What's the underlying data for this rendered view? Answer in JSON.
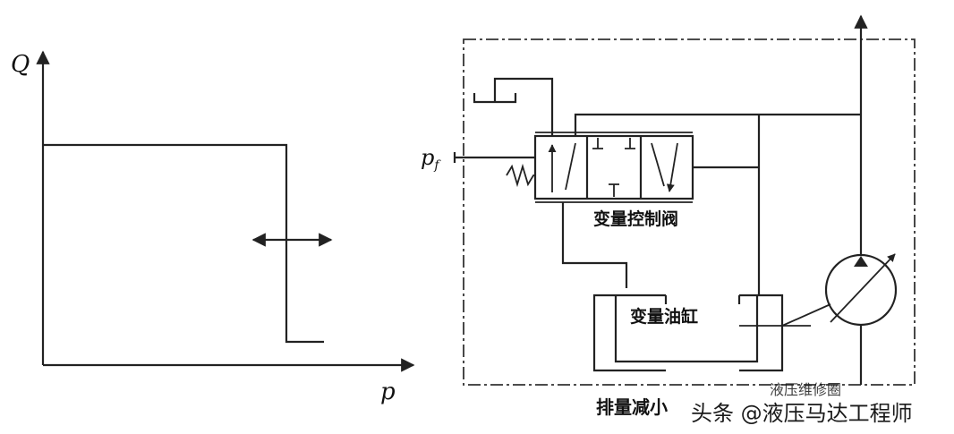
{
  "graph": {
    "y_axis_label": "Q",
    "x_axis_label": "p"
  },
  "circuit": {
    "pilot_label": "p",
    "pilot_subscript": "f",
    "valve_label": "变量控制阀",
    "cylinder_label": "变量油缸",
    "bottom_caption": "排量减小"
  },
  "watermark": {
    "source_text": "头条 @液压马达工程师",
    "channel_text": "液压维修圈"
  }
}
